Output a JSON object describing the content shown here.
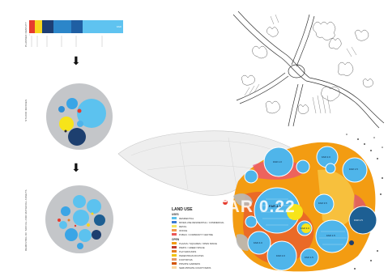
{
  "diagram_left": {
    "bar_label": "PLANNED DENSITY",
    "circle1_label": "STUDIO MASSES",
    "circle2_label": "REMOVING OF SOCIAL AND MATERIAL ASSETS",
    "arrow_glyph": "⬇",
    "bar_small_text": "FAR"
  },
  "legend": {
    "title": "LAND USE",
    "section_1": "USES",
    "uses": [
      {
        "label": "RESIDENTIAL",
        "color": "#5bc0eb"
      },
      {
        "label": "MIXED-USE RESIDENTIAL / COMMERCIAL",
        "color": "#3a7bd5"
      },
      {
        "label": "RETAIL",
        "color": "#f5e663"
      },
      {
        "label": "OFFICE",
        "color": "#f2994a"
      },
      {
        "label": "PUBLIC / COMMUNITY CENTRE",
        "color": "#eb5757"
      }
    ],
    "section_2": "OPEN",
    "open": [
      {
        "label": "PLAZAS / SQUARES / OPEN SPACE",
        "color": "#f39c12"
      },
      {
        "label": "PARKS / GREEN SPACE",
        "color": "#c0392b"
      },
      {
        "label": "PLAYGROUNDS",
        "color": "#e67e22"
      },
      {
        "label": "PEDESTRIAN ROUTES",
        "color": "#f1c40f"
      },
      {
        "label": "FOOTPATHS",
        "color": "#e59866"
      },
      {
        "label": "PRIVATE GARDENS",
        "color": "#d35400"
      },
      {
        "label": "SEMI-PRIVATE COURTYARDS",
        "color": "#fad7a0"
      }
    ]
  },
  "map": {
    "far_text": "FAR 0.22",
    "main_circle_label": "FAR 4.5",
    "circle_labels": [
      "FAR 1.0",
      "FAR 2.0",
      "FAR 1.5",
      "FAR 3.5",
      "FAR 2.5",
      "FAR 1.5",
      "FAR 3.0",
      "FAR 4.0",
      "FAR 2.0",
      "FAR 1.5"
    ]
  }
}
